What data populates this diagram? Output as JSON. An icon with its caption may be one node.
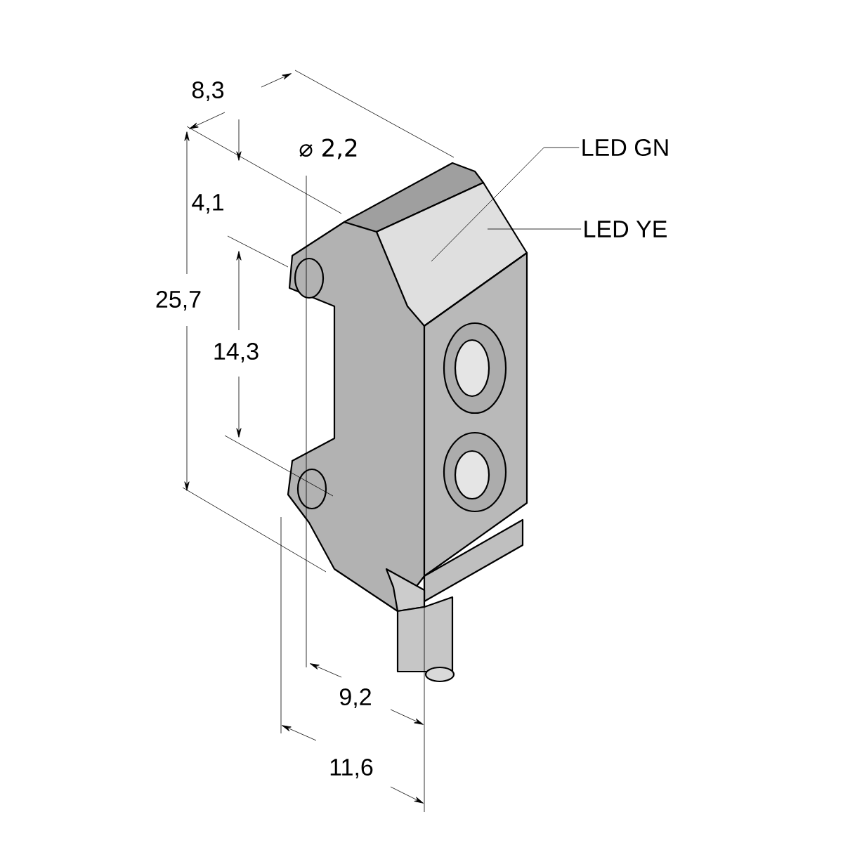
{
  "diagram": {
    "nodes": [
      {
        "text": [
          "LED GN"
        ]
      },
      {
        "text": [
          "LED YE"
        ]
      }
    ],
    "edges": [
      {
        "from": 0,
        "to": null,
        "arrow": "none"
      },
      {
        "from": 1,
        "to": null,
        "arrow": "none"
      }
    ],
    "labels": [
      "8,3",
      "⌀ 2,2",
      "4,1",
      "25,7",
      "14,3",
      "9,2",
      "11,6"
    ]
  }
}
